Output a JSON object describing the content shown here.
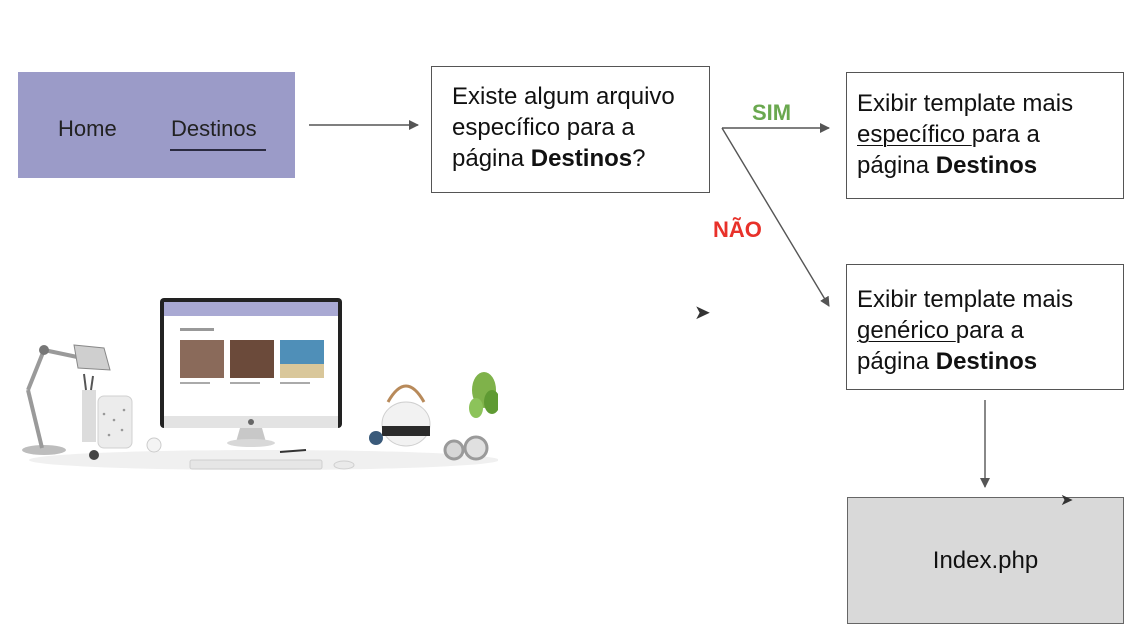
{
  "nav": {
    "home_label": "Home",
    "destinos_label": "Destinos",
    "bg_color": "#9b9bc8"
  },
  "question_box": {
    "line1": "Existe algum arquivo",
    "line2": "específico para a",
    "line3_prefix": "página ",
    "line3_bold": "Destinos",
    "line3_suffix": "?"
  },
  "labels": {
    "yes": "SIM",
    "no": "NÃO",
    "yes_color": "#6aa84f",
    "no_color": "#e8312a"
  },
  "specific_box": {
    "line1": "Exibir template mais",
    "line2_underlined": "específico ",
    "line2_rest": "para a",
    "line3_prefix": "página ",
    "line3_bold": "Destinos"
  },
  "generic_box": {
    "line1": "Exibir template mais",
    "line2_underlined": "genérico ",
    "line2_rest": "para a",
    "line3_prefix": "página ",
    "line3_bold": "Destinos"
  },
  "index_box": {
    "label": "Index.php",
    "bg_color": "#d9d9d9"
  }
}
